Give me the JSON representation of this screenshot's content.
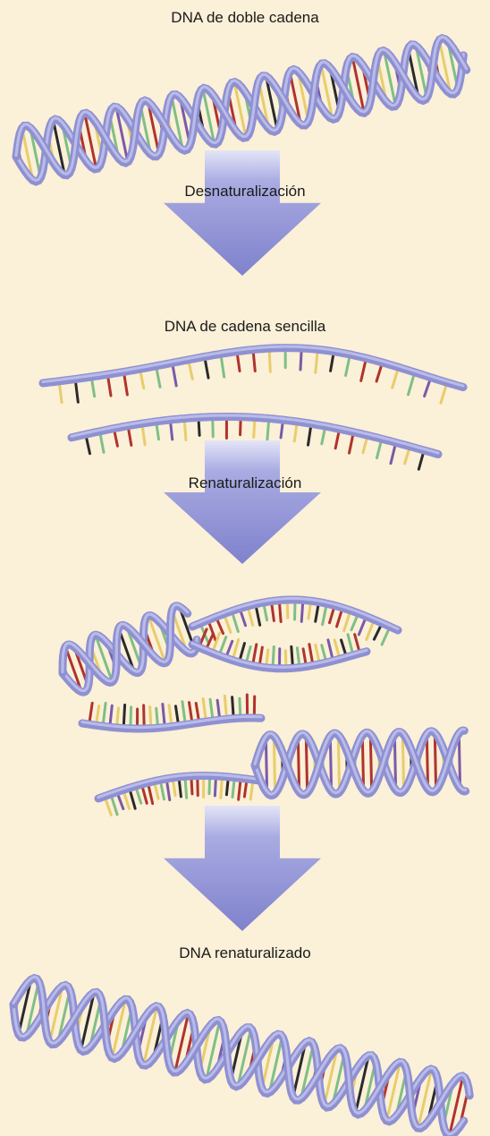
{
  "labels": {
    "double_strand": "DNA de doble cadena",
    "denaturation": "Desnaturalización",
    "single_strand": "DNA de cadena sencilla",
    "renaturation": "Renaturalización",
    "renatured": "DNA renaturalizado"
  },
  "colors": {
    "background": "#fbf0d8",
    "strand": "#8f90d2",
    "strand_light": "#b9bbe8",
    "arrow": "#8c8ed3",
    "arrow_light": "#d9daf4",
    "base_red": "#b0332d",
    "base_yellow": "#e8cd6a",
    "base_green": "#7fbf85",
    "base_purple": "#7a5aa8",
    "base_dark": "#2a2a2a"
  },
  "icons": [
    "double-helix-icon",
    "down-arrow-icon",
    "single-strand-icon",
    "partial-helix-icon"
  ]
}
